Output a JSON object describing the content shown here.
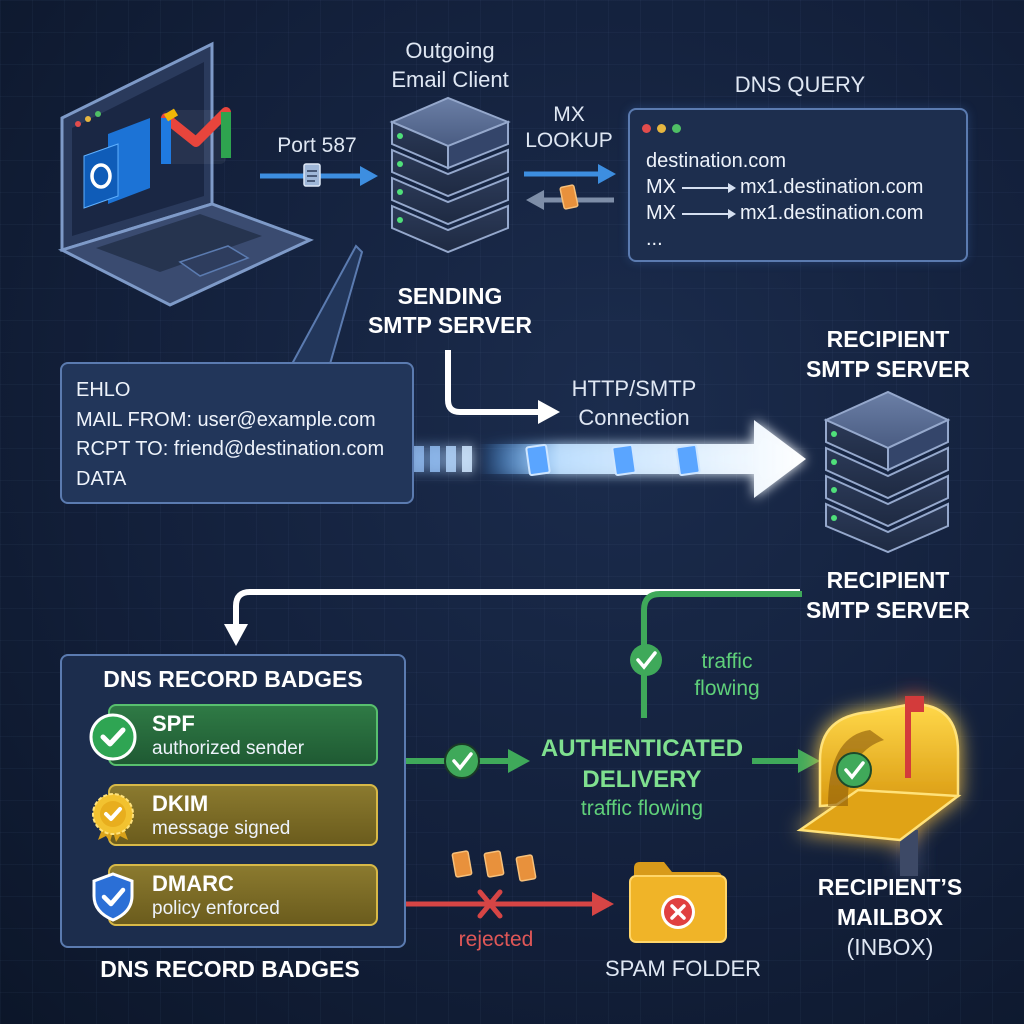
{
  "labels": {
    "outgoing_client_line1": "Outgoing",
    "outgoing_client_line2": "Email Client",
    "port": "Port 587",
    "mx_line1": "MX",
    "mx_line2": "LOOKUP",
    "dns_query_title": "DNS QUERY",
    "sending_line1": "SENDING",
    "sending_line2": "SMTP SERVER",
    "recipient_top_line1": "RECIPIENT",
    "recipient_top_line2": "SMTP SERVER",
    "connection_line1": "HTTP/SMTP",
    "connection_line2": "Connection",
    "recipient_mid_line1": "RECIPIENT",
    "recipient_mid_line2": "SMTP SERVER",
    "traffic_flowing_line1": "traffic",
    "traffic_flowing_line2": "flowing",
    "auth_line1": "AUTHENTICATED",
    "auth_line2": "DELIVERY",
    "auth_traffic": "traffic flowing",
    "rejected": "rejected",
    "spam_folder": "SPAM FOLDER",
    "mailbox_line1": "RECIPIENT’S",
    "mailbox_line2": "MAILBOX",
    "mailbox_line3": "(INBOX)",
    "badges_bottom": "DNS RECORD BADGES"
  },
  "dns_query": {
    "lines": [
      {
        "left": "destination.com",
        "right": ""
      },
      {
        "left": "MX",
        "right": "mx1.destination.com"
      },
      {
        "left": "MX",
        "right": "mx1.destination.com"
      },
      {
        "left": "...",
        "right": ""
      }
    ]
  },
  "smtp_commands": [
    "EHLO",
    "MAIL FROM: user@example.com",
    "RCPT TO: friend@destination.com",
    "DATA"
  ],
  "badges_panel": {
    "title": "DNS RECORD BADGES",
    "items": [
      {
        "name": "SPF",
        "desc": "authorized sender",
        "icon": "check-circle-icon"
      },
      {
        "name": "DKIM",
        "desc": "message signed",
        "icon": "gold-seal-icon"
      },
      {
        "name": "DMARC",
        "desc": "policy enforced",
        "icon": "shield-check-icon"
      }
    ]
  },
  "colors": {
    "green": "#4fbf65",
    "blue": "#3d8ee0",
    "red": "#d64545",
    "gold": "#f2c230"
  }
}
